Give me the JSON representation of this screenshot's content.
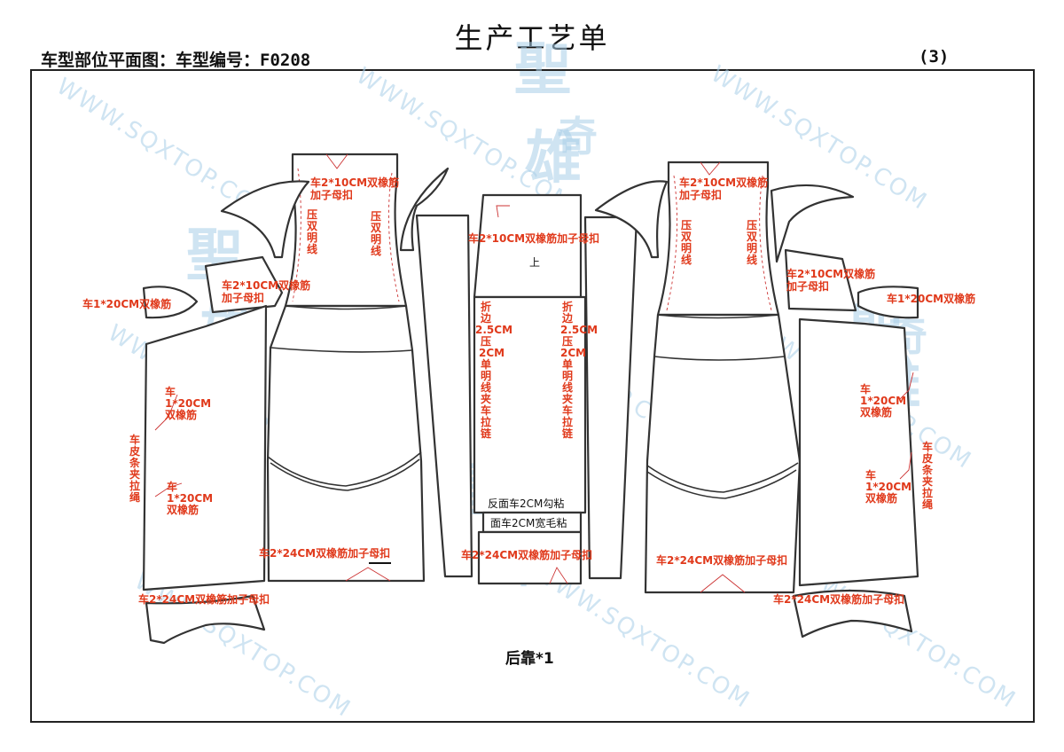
{
  "header": {
    "title": "生产工艺单",
    "subtitle": "车型部位平面图：车型编号：F0208",
    "page_number": "(3)"
  },
  "watermark": {
    "url_text": "WWW.SQXTOP.COM",
    "logo_chars": [
      "聖",
      "奇",
      "雄"
    ]
  },
  "labels": {
    "l_collar_left": "车2*10CM双橡筋",
    "l_collar_left2": "加子母扣",
    "l_press_a": [
      "压",
      "双",
      "明",
      "线"
    ],
    "l_press_b": [
      "压",
      "双",
      "明",
      "线"
    ],
    "l_yoke_a": "车2*10CM双橡筋",
    "l_yoke_b": "加子母扣",
    "l_cuff": "车1*20CM双橡筋",
    "l_side_a": [
      "车",
      "1*20CM",
      "双橡筋"
    ],
    "l_skin": [
      "车",
      "皮",
      "条",
      "夹",
      "拉",
      "绳"
    ],
    "l_side_b": [
      "车",
      "1*20CM",
      "双橡筋"
    ],
    "l_hem_left": "车2*24CM双橡筋加子母扣",
    "l_hem_left2": "车2*24CM双橡筋加子母扣",
    "c_top": "车2*10CM双橡筋加子母扣",
    "c_up": "上",
    "c_fold_a": [
      "折",
      "边",
      "2.5CM",
      "压",
      "2CM",
      "单",
      "明",
      "线",
      "夹",
      "车",
      "拉",
      "链"
    ],
    "c_fold_b": [
      "折",
      "边",
      "2.5CM",
      "压",
      "2CM",
      "单",
      "明",
      "线",
      "夹",
      "车",
      "拉",
      "链"
    ],
    "c_reverse": "反面车2CM勾粘",
    "c_face": "面车2CM宽毛粘",
    "c_hem": "车2*24CM双橡筋加子母扣",
    "r_collar": "车2*10CM双橡筋",
    "r_collar2": "加子母扣",
    "r_press_a": [
      "压",
      "双",
      "明",
      "线"
    ],
    "r_press_b": [
      "压",
      "双",
      "明",
      "线"
    ],
    "r_yoke_a": "车2*10CM双橡筋",
    "r_yoke_b": "加子母扣",
    "r_cuff": "车1*20CM双橡筋",
    "r_side_a": [
      "车",
      "1*20CM",
      "双橡筋"
    ],
    "r_side_b": [
      "车",
      "1*20CM",
      "双橡筋"
    ],
    "r_skin": [
      "车",
      "皮",
      "条",
      "夹",
      "拉",
      "绳"
    ],
    "r_hem": "车2*24CM双橡筋加子母扣",
    "r_hem2": "车2*24CM双橡筋加子母扣"
  },
  "caption": "后靠*1"
}
